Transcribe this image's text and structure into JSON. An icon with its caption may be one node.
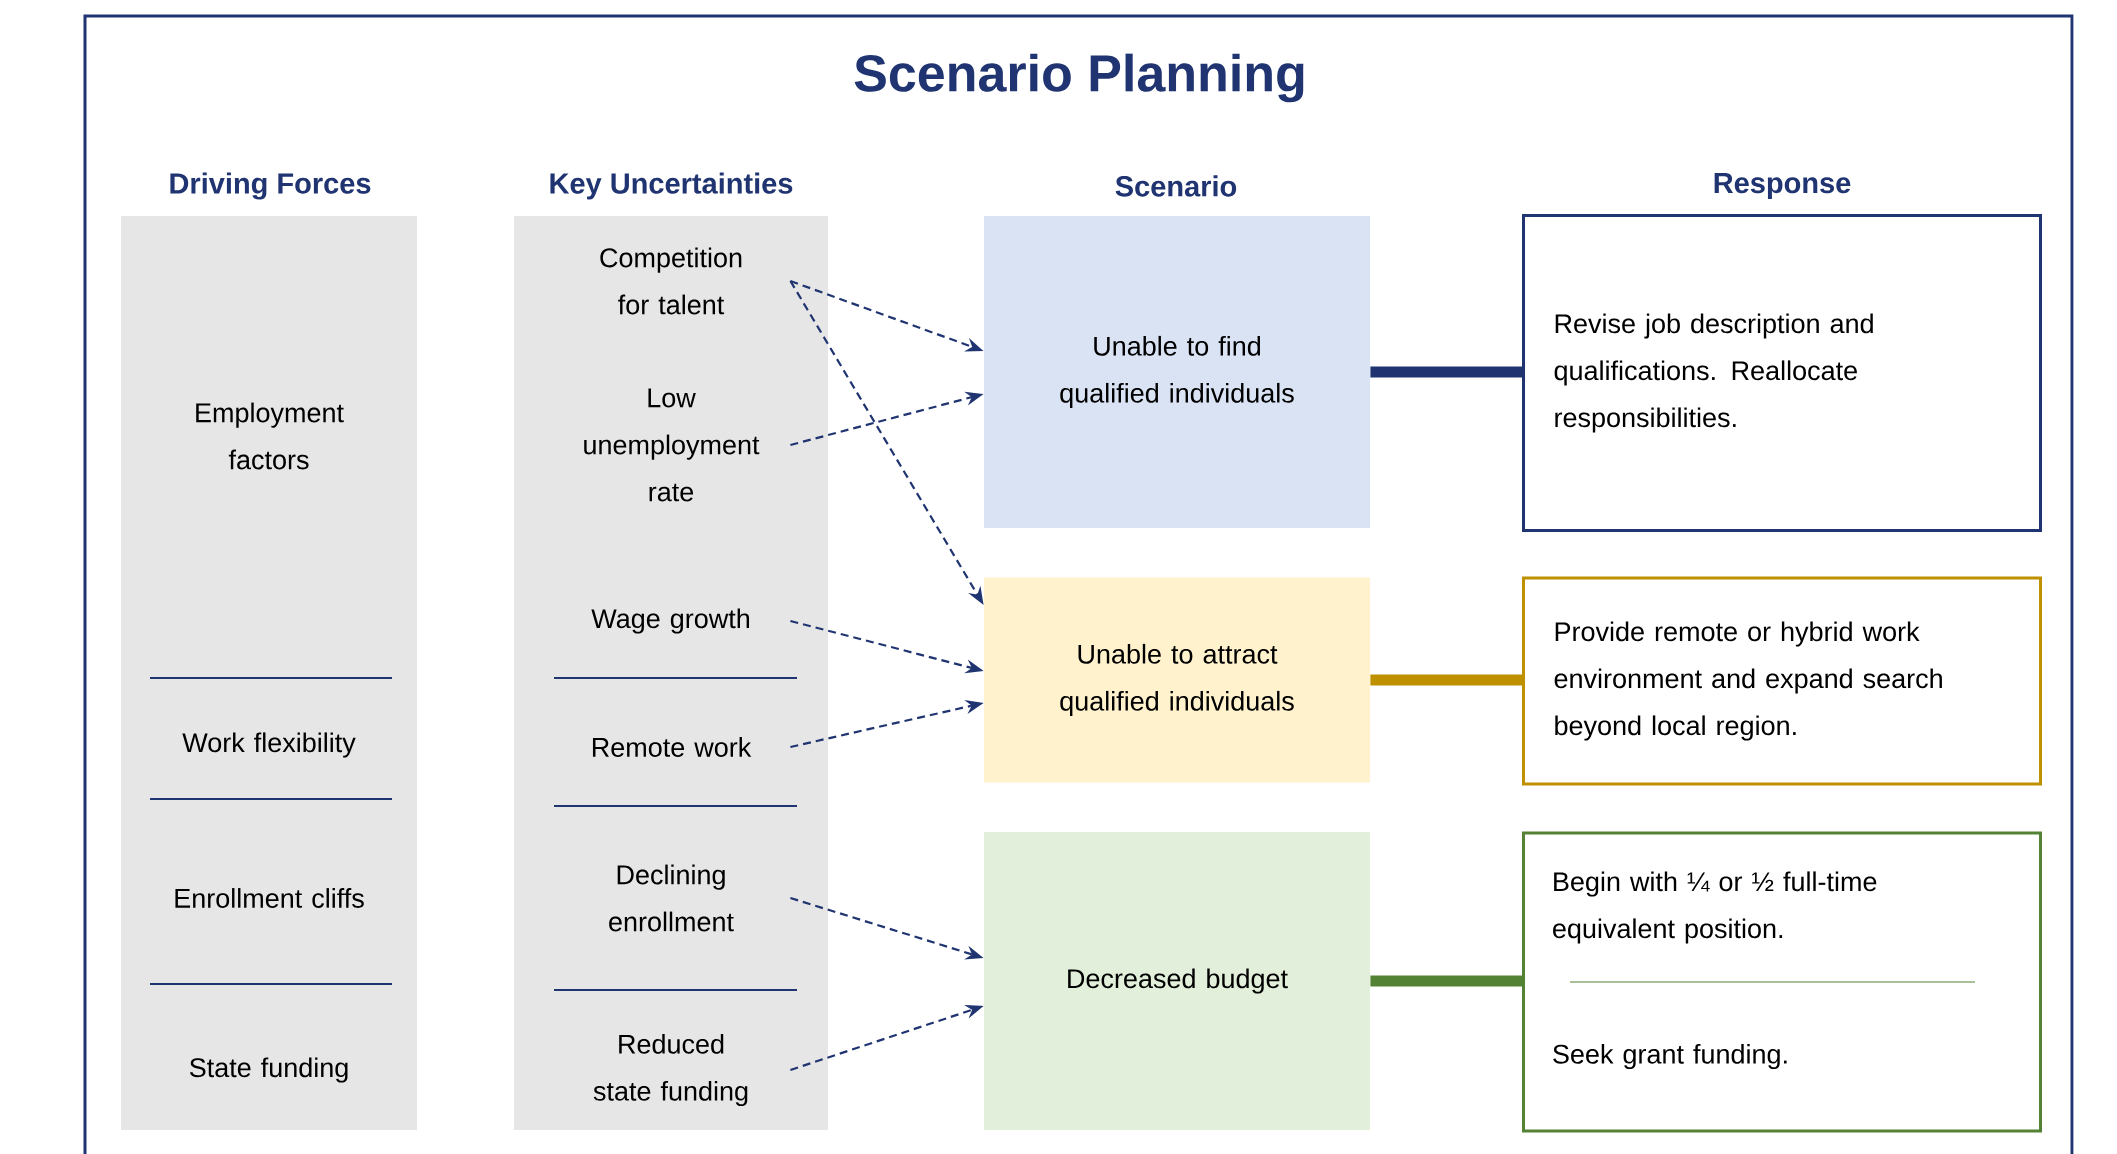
{
  "diagram": {
    "title": "Scenario Planning",
    "nodes": [
      {
        "text": [
          "Employment factors"
        ]
      },
      {
        "text": [
          "Work flexibility"
        ]
      },
      {
        "text": [
          "Enrollment cliffs"
        ]
      },
      {
        "text": [
          "State funding"
        ]
      },
      {
        "text": [
          "Competition for talent"
        ]
      },
      {
        "text": [
          "Low unemployment rate"
        ]
      },
      {
        "text": [
          "Wage growth"
        ]
      },
      {
        "text": [
          "Remote work"
        ]
      },
      {
        "text": [
          "Declining enrollment"
        ]
      },
      {
        "text": [
          "Reduced state funding"
        ]
      },
      {
        "text": [
          "Unable to find qualified individuals"
        ]
      },
      {
        "text": [
          "Unable to attract qualified individuals"
        ]
      },
      {
        "text": [
          "Decreased budget"
        ]
      },
      {
        "text": [
          "Revise job description and qualifications. Reallocate responsibilities."
        ]
      },
      {
        "text": [
          "Provide remote or hybrid work environment and expand search beyond local region."
        ]
      },
      {
        "text": [
          "Begin with ¼ or ½ full-time equivalent position.",
          "Seek grant funding."
        ]
      }
    ],
    "edges": [
      {
        "from": 4,
        "to": 10,
        "arrow": "to",
        "style": "dashed"
      },
      {
        "from": 4,
        "to": 11,
        "arrow": "to",
        "style": "dashed"
      },
      {
        "from": 5,
        "to": 10,
        "arrow": "to",
        "style": "dashed"
      },
      {
        "from": 6,
        "to": 11,
        "arrow": "to",
        "style": "dashed"
      },
      {
        "from": 7,
        "to": 11,
        "arrow": "to",
        "style": "dashed"
      },
      {
        "from": 8,
        "to": 12,
        "arrow": "to",
        "style": "dashed"
      },
      {
        "from": 9,
        "to": 12,
        "arrow": "to",
        "style": "dashed"
      },
      {
        "from": 10,
        "to": 13,
        "arrow": "none",
        "style": "thick",
        "color": "#1f3470"
      },
      {
        "from": 11,
        "to": 14,
        "arrow": "none",
        "style": "thick",
        "color": "#bf9000"
      },
      {
        "from": 12,
        "to": 15,
        "arrow": "none",
        "style": "thick",
        "color": "#548235"
      }
    ],
    "labels": [
      "Driving Forces",
      "Key Uncertainties",
      "Scenario",
      "Response"
    ]
  }
}
